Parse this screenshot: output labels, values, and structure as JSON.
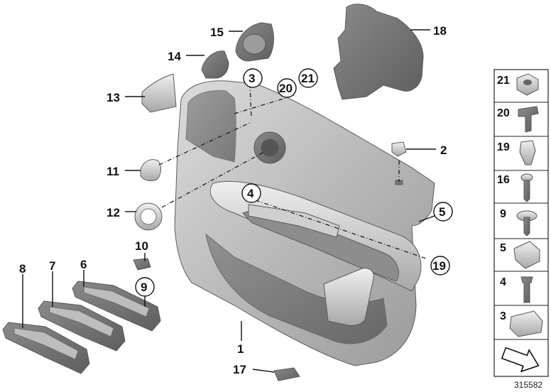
{
  "diagram": {
    "reference_number": "315582",
    "callouts": {
      "c1": "1",
      "c2": "2",
      "c3": "3",
      "c4": "4",
      "c5": "5",
      "c6": "6",
      "c7": "7",
      "c8": "8",
      "c9": "9",
      "c10": "10",
      "c11": "11",
      "c12": "12",
      "c13": "13",
      "c14": "14",
      "c15": "15",
      "c17": "17",
      "c18": "18",
      "c19": "19",
      "c20": "20",
      "c21": "21"
    },
    "sidebar": [
      "21",
      "20",
      "19",
      "16",
      "9",
      "5",
      "4",
      "3"
    ]
  }
}
